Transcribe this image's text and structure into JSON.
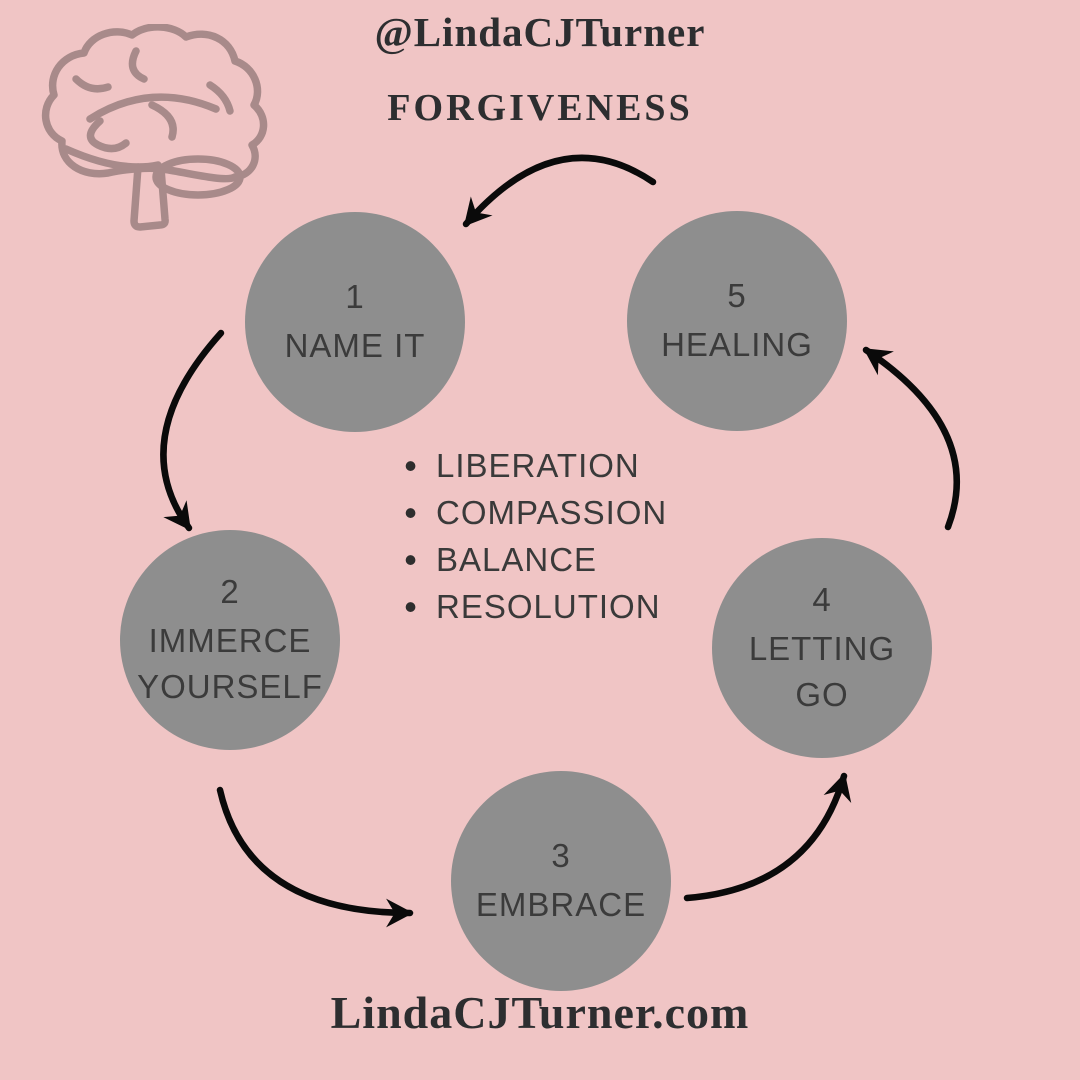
{
  "header": {
    "handle": "@LindaCJTurner",
    "title": "FORGIVENESS"
  },
  "footer": {
    "website": "LindaCJTurner.com"
  },
  "steps": [
    {
      "number": "1",
      "lines": [
        "NAME IT"
      ]
    },
    {
      "number": "2",
      "lines": [
        "IMMERCE",
        "YOURSELF"
      ]
    },
    {
      "number": "3",
      "lines": [
        "EMBRACE"
      ]
    },
    {
      "number": "4",
      "lines": [
        "LETTING",
        "GO"
      ]
    },
    {
      "number": "5",
      "lines": [
        "HEALING"
      ]
    }
  ],
  "center_list": {
    "items": [
      "LIBERATION",
      "COMPASSION",
      "BALANCE",
      "RESOLUTION"
    ]
  },
  "icons": {
    "brain": "brain-icon"
  },
  "colors": {
    "background": "#f0c5c5",
    "circle_fill": "#8e8e8e",
    "circle_text": "#3b3b3b",
    "heading_text": "#2d2e30",
    "arrow": "#0a0a0a",
    "brain_outline": "#a88a8a"
  }
}
